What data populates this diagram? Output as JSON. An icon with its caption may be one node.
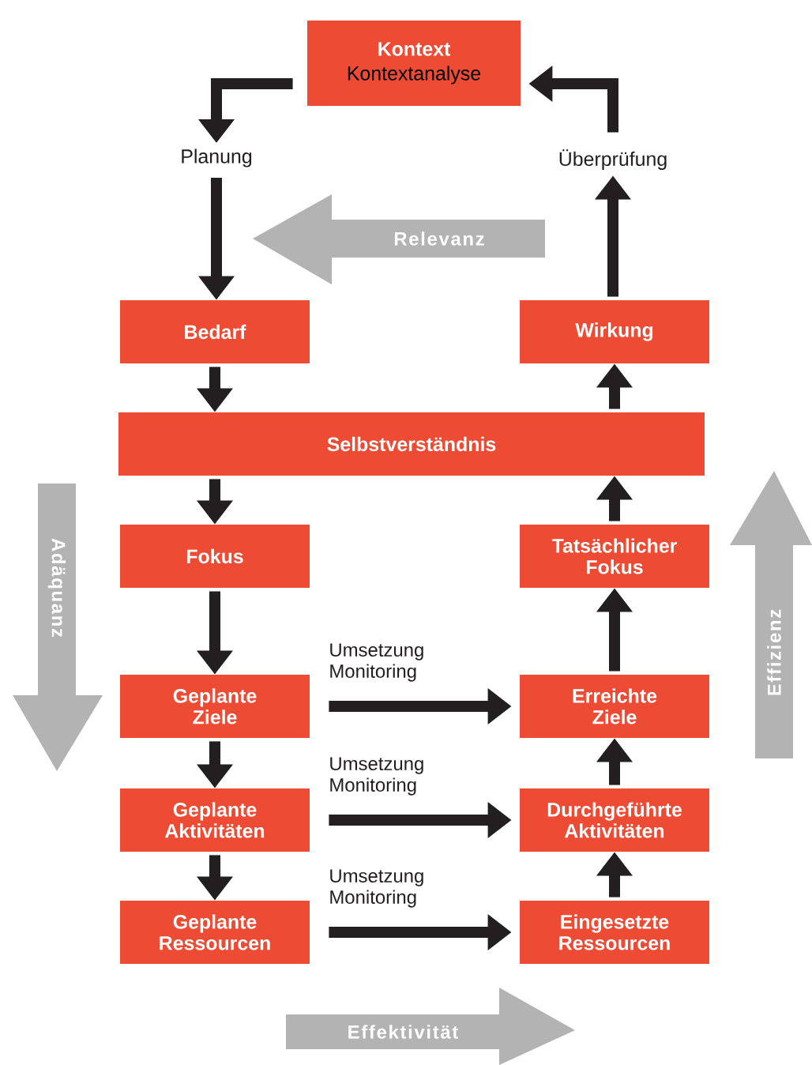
{
  "diagram": {
    "nodes": [
      {
        "text": [
          "Kontext",
          "Kontextanalyse"
        ]
      },
      {
        "text": [
          "Planung"
        ]
      },
      {
        "text": [
          "Überprüfung"
        ]
      },
      {
        "text": [
          "Bedarf"
        ]
      },
      {
        "text": [
          "Wirkung"
        ]
      },
      {
        "text": [
          "Selbstverständnis"
        ]
      },
      {
        "text": [
          "Fokus"
        ]
      },
      {
        "text": [
          "Tatsächlicher Fokus"
        ]
      },
      {
        "text": [
          "Geplante Ziele"
        ]
      },
      {
        "text": [
          "Erreichte Ziele"
        ]
      },
      {
        "text": [
          "Geplante Aktivitäten"
        ]
      },
      {
        "text": [
          "Durchgeführte Aktivitäten"
        ]
      },
      {
        "text": [
          "Geplante Ressourcen"
        ]
      },
      {
        "text": [
          "Eingesetzte Ressourcen"
        ]
      }
    ],
    "edges": [
      {
        "from": 0,
        "to": 1,
        "arrow": "to"
      },
      {
        "from": 1,
        "to": 3,
        "arrow": "to"
      },
      {
        "from": 3,
        "to": 5,
        "arrow": "to"
      },
      {
        "from": 5,
        "to": 6,
        "arrow": "to"
      },
      {
        "from": 6,
        "to": 8,
        "arrow": "to"
      },
      {
        "from": 8,
        "to": 10,
        "arrow": "to"
      },
      {
        "from": 10,
        "to": 12,
        "arrow": "to"
      },
      {
        "from": 8,
        "to": 9,
        "arrow": "to",
        "label": "Umsetzung Monitoring"
      },
      {
        "from": 10,
        "to": 11,
        "arrow": "to",
        "label": "Umsetzung Monitoring"
      },
      {
        "from": 12,
        "to": 13,
        "arrow": "to",
        "label": "Umsetzung Monitoring"
      },
      {
        "from": 13,
        "to": 11,
        "arrow": "to"
      },
      {
        "from": 11,
        "to": 9,
        "arrow": "to"
      },
      {
        "from": 9,
        "to": 7,
        "arrow": "to"
      },
      {
        "from": 7,
        "to": 5,
        "arrow": "to"
      },
      {
        "from": 5,
        "to": 4,
        "arrow": "to"
      },
      {
        "from": 4,
        "to": 2,
        "arrow": "to"
      },
      {
        "from": 2,
        "to": 0,
        "arrow": "to"
      }
    ],
    "labels": [
      "Relevanz",
      "Adäquanz",
      "Effizienz",
      "Effektivität"
    ]
  }
}
